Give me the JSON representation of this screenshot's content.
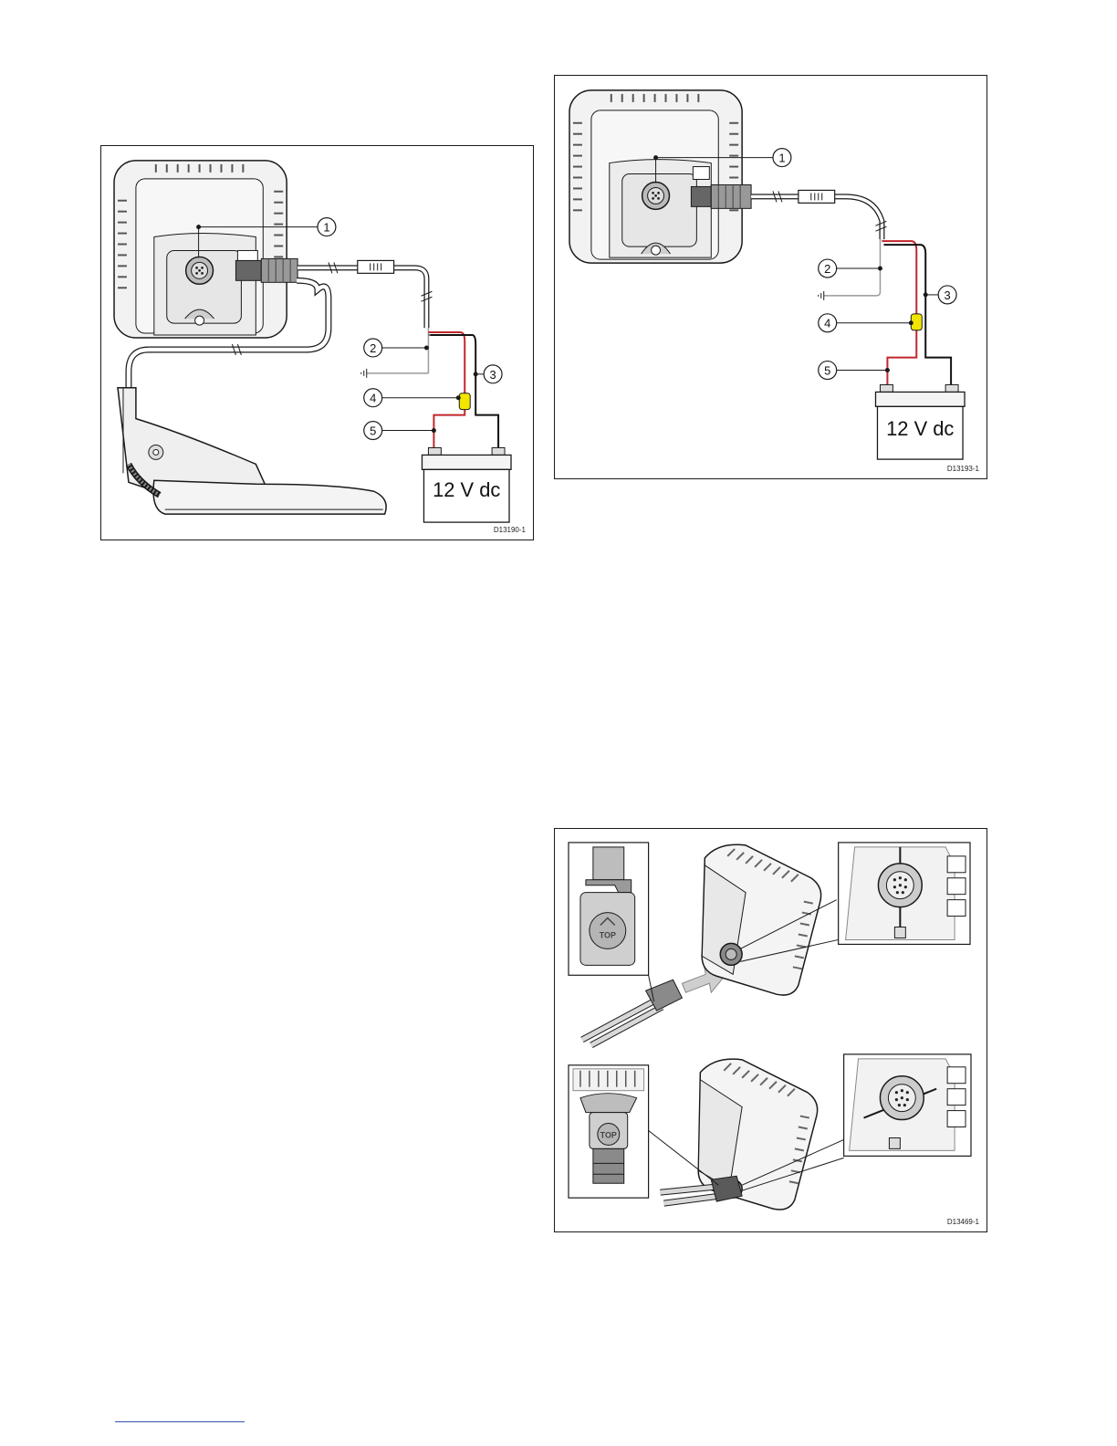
{
  "figures": [
    {
      "id": "fig1",
      "code": "D13190-1",
      "battery_label": "12 V dc",
      "callouts": [
        "1",
        "2",
        "3",
        "4",
        "5"
      ]
    },
    {
      "id": "fig2",
      "code": "D13193-1",
      "battery_label": "12 V dc",
      "callouts": [
        "1",
        "2",
        "3",
        "4",
        "5"
      ]
    },
    {
      "id": "fig3",
      "code": "D13469-1",
      "plug_text": "TOP"
    }
  ],
  "colors": {
    "outline": "#1a1a1a",
    "device_fill": "#f2f2f2",
    "red_wire": "#c0262c",
    "black_wire": "#111111",
    "fuse": "#f2e600",
    "ground_wire": "#9a9a9a"
  }
}
